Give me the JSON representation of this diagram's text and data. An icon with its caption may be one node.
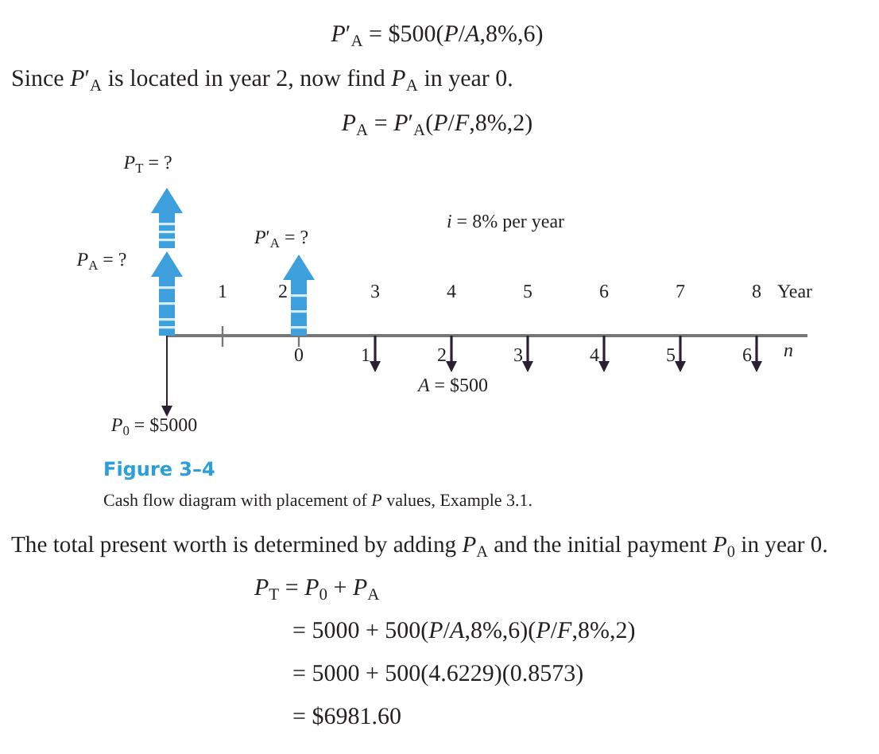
{
  "diagram": {
    "title": "Figure 3–4",
    "caption": "Cash flow diagram with placement of *P* values, Example 3.1.",
    "labels": [
      "*P*′$_{A}$ = $500(*P*/*A*,8%,6)",
      "Since *P*′$_{A}$ is located in year 2, now find *P*$_{A}$ in year 0.",
      "*P*$_{A}$ = *P*′$_{A}$(*P*/*F*,8%,2)",
      "*P*$_{T}$ = ?",
      "*P*′$_{A}$ = ?",
      "*i* = 8% per year",
      "*P*$_{A}$ = ?",
      "1",
      "2",
      "3",
      "4",
      "5",
      "6",
      "7",
      "8",
      "Year",
      "0",
      "1",
      "2",
      "3",
      "4",
      "5",
      "6",
      "*n*",
      "*A* = $500",
      "*P*$_{0}$ = $5000",
      "The total present worth is determined by adding *P*$_{A}$ and the initial payment *P*$_{0}$ in year 0.",
      "*P*$_{T}$ = *P*$_{0}$ + *P*$_{A}$",
      "= 5000 + 500(*P*/*A*,8%,6)(*P*/*F*,8%,2)",
      "= 5000 + 500(4.6229)(0.8573)",
      "= $6981.60"
    ]
  }
}
